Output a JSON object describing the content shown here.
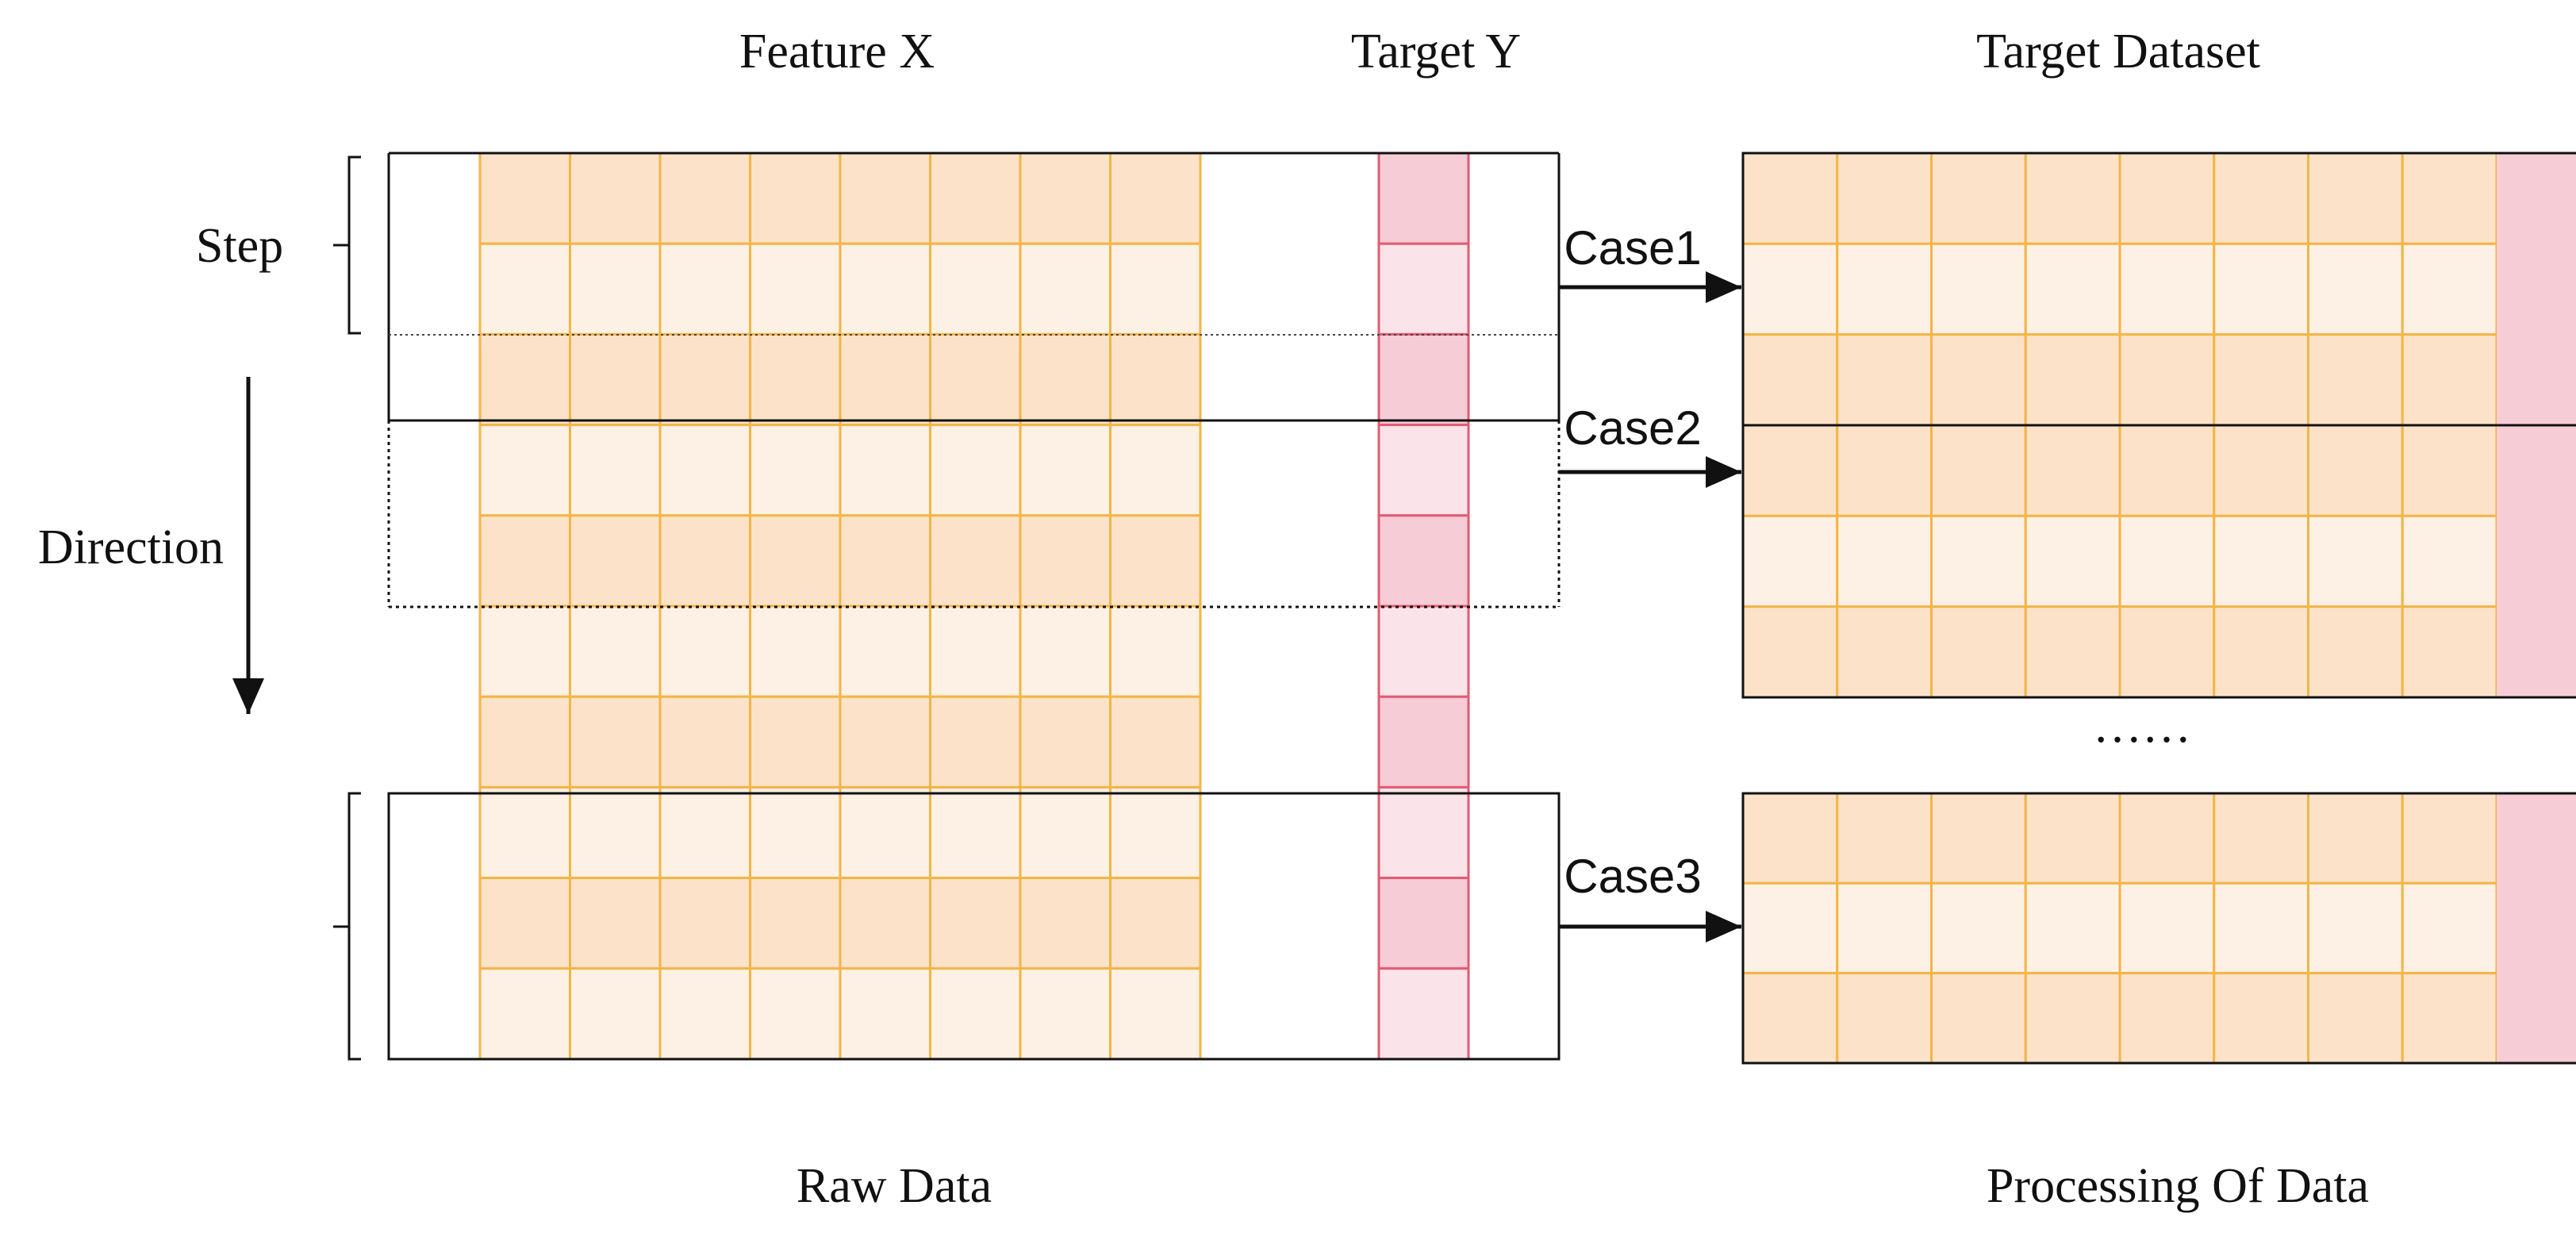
{
  "labels": {
    "feature_x": "Feature X",
    "target_y": "Target Y",
    "target_dataset": "Target Dataset",
    "step": "Step",
    "direction": "Direction",
    "raw_data": "Raw Data",
    "processing_of_data": "Processing Of Data",
    "ellipsis": "……"
  },
  "cases": [
    {
      "label": "Case1"
    },
    {
      "label": "Case2"
    },
    {
      "label": "Case3"
    }
  ],
  "raw_data": {
    "rows": 10,
    "feature_columns": 8
  },
  "target_datasets": [
    {
      "case": "Case1",
      "rows": 3,
      "feature_columns": 8
    },
    {
      "case": "Case2",
      "rows": 3,
      "feature_columns": 8
    },
    {
      "case": "Case3",
      "rows": 3,
      "feature_columns": 8
    }
  ],
  "colors": {
    "feature_dark": "#FCE2C8",
    "feature_light": "#FDF0E4",
    "feature_grid": "#F2B547",
    "target_dark": "#F6CCD6",
    "target_light": "#FBE4E9",
    "target_grid": "#E45A72",
    "frame": "#111111"
  }
}
